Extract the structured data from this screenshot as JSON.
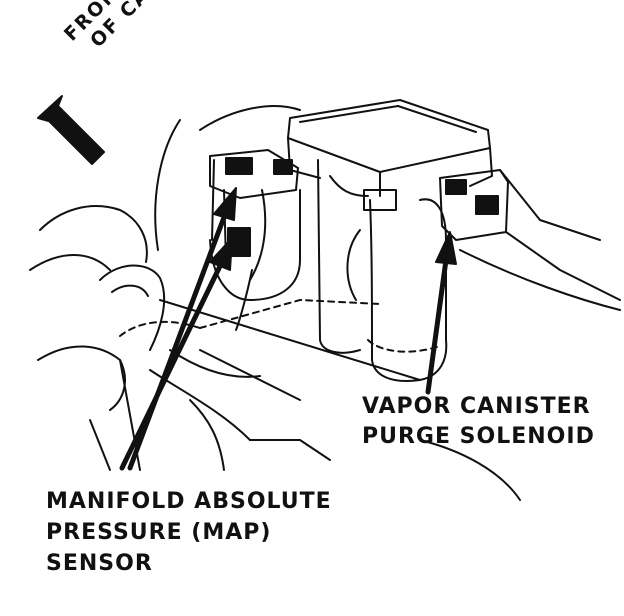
{
  "labels": {
    "front_line1": "FRONT",
    "front_line2": "OF CAR",
    "vapor_line1": "VAPOR CANISTER",
    "vapor_line2": "PURGE SOLENOID",
    "map_line1": "MANIFOLD ABSOLUTE",
    "map_line2": "PRESSURE (MAP)",
    "map_line3": "SENSOR"
  }
}
